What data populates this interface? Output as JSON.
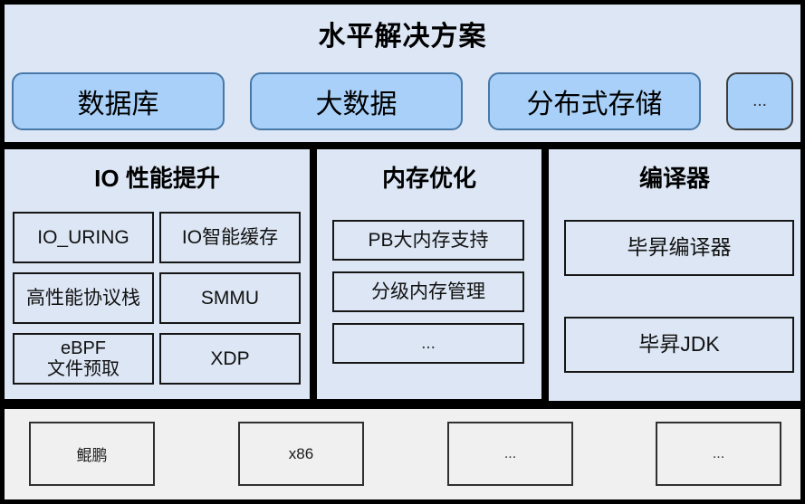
{
  "solutions": {
    "title": "水平解决方案",
    "chips": [
      {
        "label": "数据库"
      },
      {
        "label": "大数据"
      },
      {
        "label": "分布式存储"
      },
      {
        "label": "..."
      }
    ]
  },
  "panels": [
    {
      "title": "IO 性能提升",
      "cells": [
        "IO_URING",
        "IO智能缓存",
        "高性能协议栈",
        "SMMU",
        "eBPF\n文件预取",
        "XDP"
      ]
    },
    {
      "title": "内存优化",
      "cells": [
        "PB大内存支持",
        "分级内存管理",
        "..."
      ]
    },
    {
      "title": "编译器",
      "cells": [
        "毕昇编译器",
        "毕昇JDK"
      ]
    }
  ],
  "hardware": {
    "boxes": [
      {
        "label": "鲲鹏"
      },
      {
        "label": "x86"
      },
      {
        "label": "..."
      },
      {
        "label": "..."
      }
    ]
  },
  "colors": {
    "band_background": "#dce6f4",
    "chip_fill": "#a8d0f8",
    "chip_border": "#4878a8",
    "cell_border": "#161616",
    "hardware_background": "#f0f0f0",
    "hardware_border": "#303030",
    "outer_background": "#000000"
  }
}
